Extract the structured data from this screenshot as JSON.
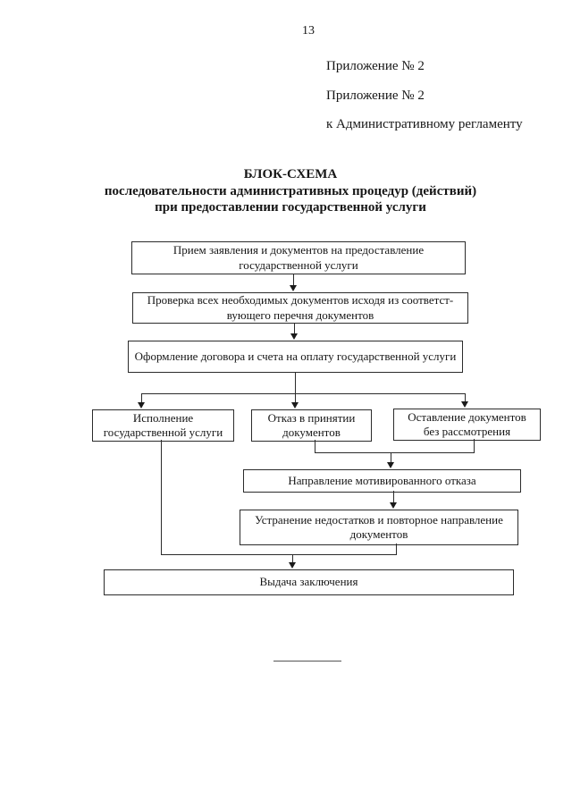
{
  "page": {
    "number": "13",
    "appendix": {
      "lines": [
        "Приложение № 2",
        "Приложение № 2",
        "к Административному регламенту"
      ]
    },
    "title": {
      "lines": [
        "БЛОК-СХЕМА",
        "последовательности административных процедур (действий)",
        "при предоставлении государственной услуги"
      ]
    }
  },
  "flowchart": {
    "receive": {
      "lines": [
        "Прием заявления и документов на предоставление",
        "государственной услуги"
      ]
    },
    "check": {
      "lines": [
        "Проверка всех необходимых документов исходя из соответст-",
        "вующего перечня документов"
      ]
    },
    "contract": {
      "lines": [
        "Оформление договора и счета на оплату государственной услуги"
      ]
    },
    "execute": {
      "lines": [
        "Исполнение",
        "государственной услуги"
      ]
    },
    "refuse": {
      "lines": [
        "Отказ в принятии",
        "документов"
      ]
    },
    "leave": {
      "lines": [
        "Оставление документов",
        "без рассмотрения"
      ]
    },
    "motivated": {
      "lines": [
        "Направление мотивированного отказа"
      ]
    },
    "fix": {
      "lines": [
        "Устранение недостатков и повторное направление",
        "документов"
      ]
    },
    "issue": {
      "lines": [
        "Выдача заключения"
      ]
    }
  },
  "colors": {
    "ink": "#161616",
    "line": "#2b2b2b",
    "background": "#ffffff"
  }
}
